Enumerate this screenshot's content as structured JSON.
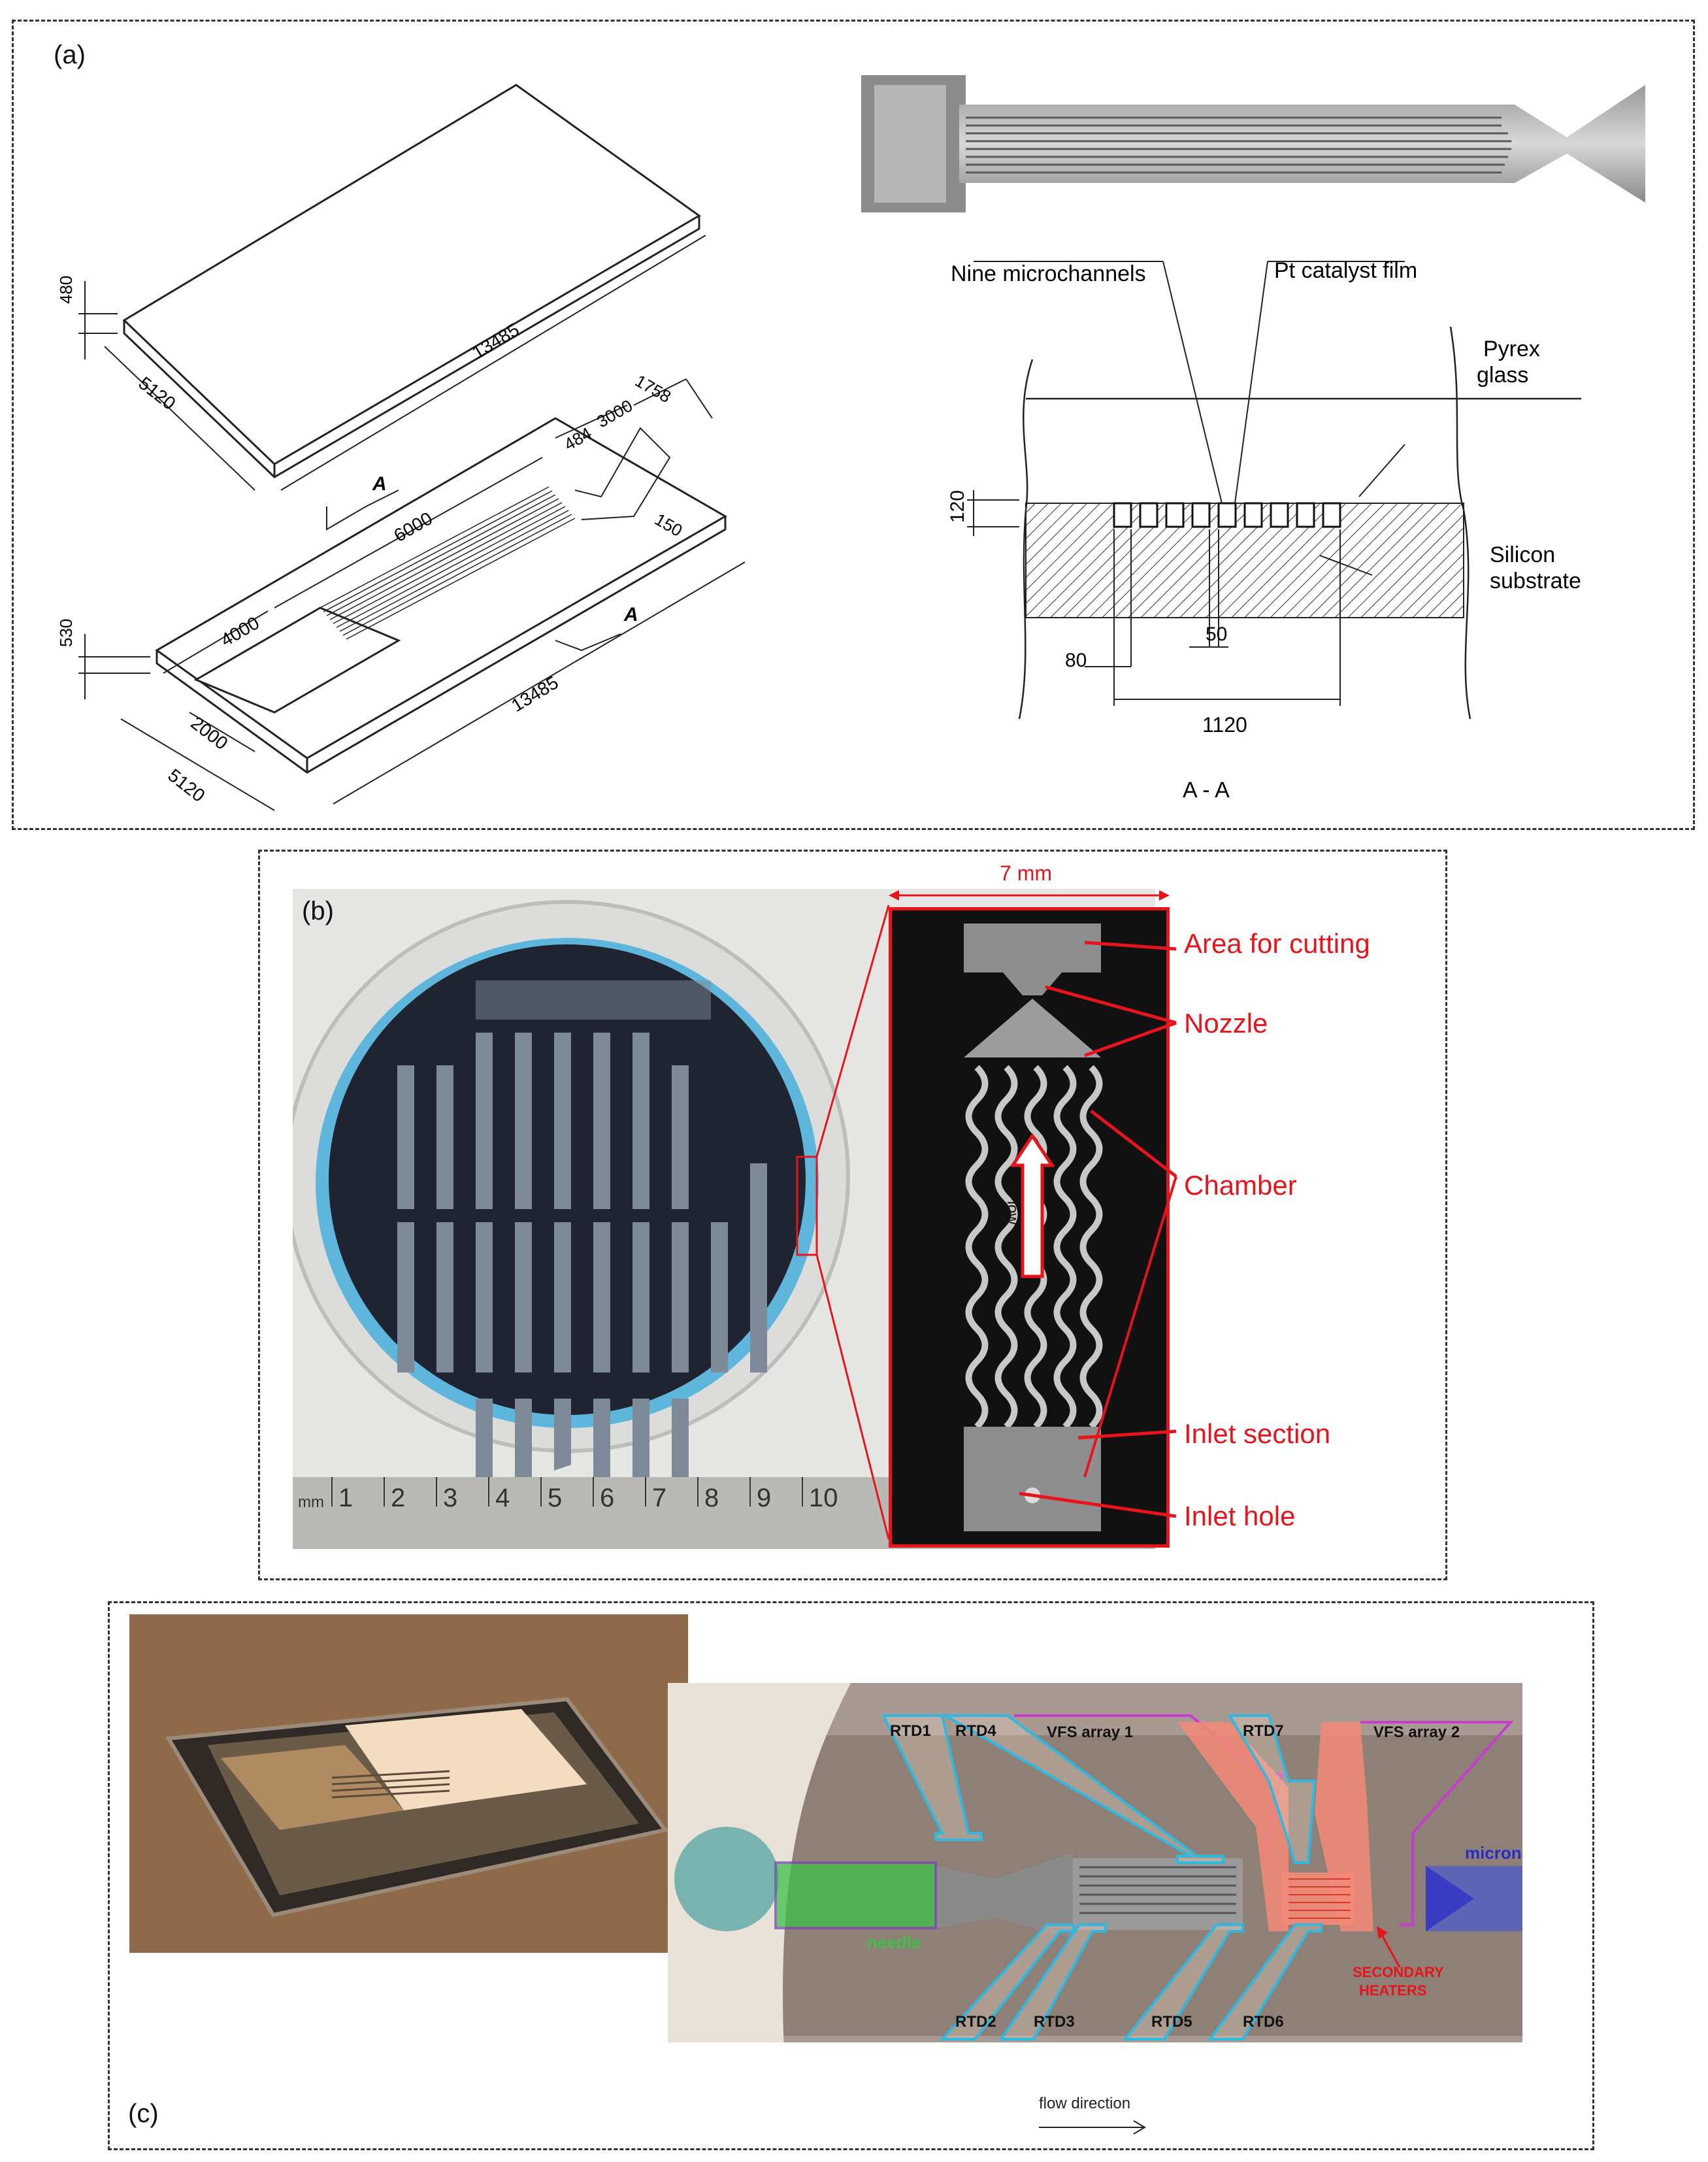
{
  "panel_a": {
    "label": "(a)",
    "dims": {
      "top_thickness": "480",
      "top_width": "5120",
      "top_length": "13485",
      "bot_thickness": "530",
      "bot_width": "5120",
      "bot_length": "13485",
      "inlet_length": "4000",
      "inlet_width": "2000",
      "channel_length": "6000",
      "converge_length": "484",
      "nozzle_length": "3000",
      "nozzle_exit": "1758",
      "throat": "150",
      "section_mark": "A"
    },
    "section": {
      "label_channels": "Nine microchannels",
      "label_pt": "Pt catalyst film",
      "label_pyrex": [
        "Pyrex",
        "glass"
      ],
      "label_silicon": [
        "Silicon",
        "substrate"
      ],
      "dim_depth": "120",
      "dim_wall": "50",
      "dim_channel": "80",
      "dim_total": "1120",
      "caption": "A - A"
    }
  },
  "panel_b": {
    "label": "(b)",
    "scale": "7 mm",
    "callouts": [
      "Area for cutting",
      "Nozzle",
      "Chamber",
      "Inlet section",
      "Inlet hole"
    ],
    "flow_text": "Flow",
    "ruler": {
      "numbers": [
        "1",
        "2",
        "3",
        "4",
        "5",
        "6",
        "7",
        "8",
        "9",
        "10"
      ],
      "unit": "mm"
    }
  },
  "panel_c": {
    "label": "(c)",
    "sensors": {
      "rtd1": "RTD1",
      "rtd4": "RTD4",
      "vfs1": "VFS array 1",
      "rtd7": "RTD7",
      "vfs2": "VFS array 2",
      "rtd2": "RTD2",
      "rtd3": "RTD3",
      "rtd5": "RTD5",
      "rtd6": "RTD6"
    },
    "needle": "needle",
    "micronozzle": "micronozzle",
    "heaters": [
      "SECONDARY",
      "HEATERS"
    ],
    "flow_direction": "flow direction"
  },
  "colors": {
    "callout_red": "#e8141b",
    "sensor_cyan": "#2fb8e0",
    "heater_salmon": "#f48a78",
    "needle_green": "#3ec04a",
    "nozzle_blue": "#2a2ac8"
  }
}
